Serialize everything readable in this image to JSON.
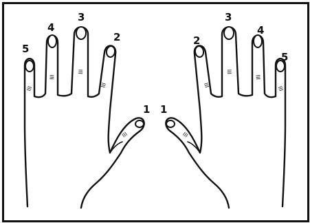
{
  "hands": {
    "left": {
      "labels": {
        "little": "5",
        "ring": "4",
        "middle": "3",
        "index": "2",
        "thumb": "1"
      }
    },
    "right": {
      "labels": {
        "thumb": "1",
        "index": "2",
        "middle": "3",
        "ring": "4",
        "little": "5"
      }
    }
  },
  "colors": {
    "ink": "#111111",
    "paper": "#ffffff"
  }
}
